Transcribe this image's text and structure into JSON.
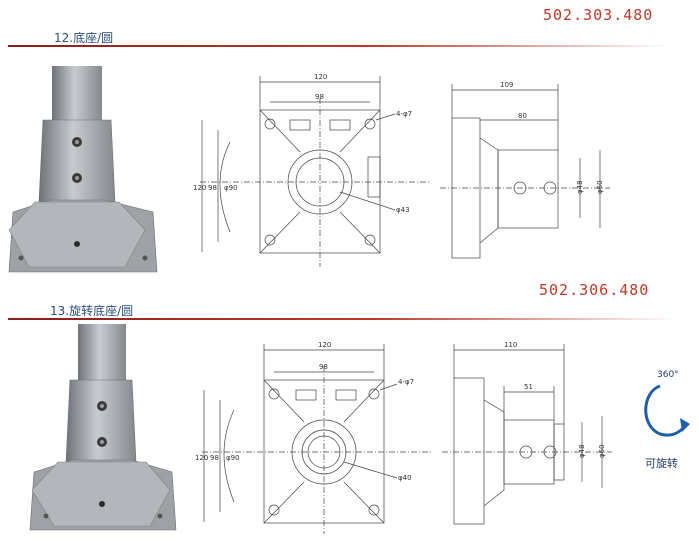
{
  "sections": [
    {
      "part_number": "502.303.480",
      "title": "12.底座/圆",
      "front": {
        "width": "120",
        "inner": "98",
        "holes": "4-φ7",
        "height": "120",
        "inner_h": "98",
        "bore_ring": "φ90",
        "hole": "φ43"
      },
      "side": {
        "length": "109",
        "inner": "80",
        "d1": "φ48",
        "d2": "φ60"
      }
    },
    {
      "part_number": "502.306.480",
      "title": "13.旋转底座/圆",
      "front": {
        "width": "120",
        "inner": "98",
        "holes": "4-φ7",
        "height": "120",
        "inner_h": "98",
        "bore_ring": "φ90",
        "hole": "φ40"
      },
      "side": {
        "length": "110",
        "inner": "51",
        "d1": "φ48",
        "d2": "φ60"
      }
    }
  ],
  "rotation": {
    "degrees": "360°",
    "caption": "可旋转"
  },
  "colors": {
    "part_number": "#c0392b",
    "title": "#2a4f7a",
    "rule": "#8c1d18",
    "arrow": "#1f5fa8"
  }
}
